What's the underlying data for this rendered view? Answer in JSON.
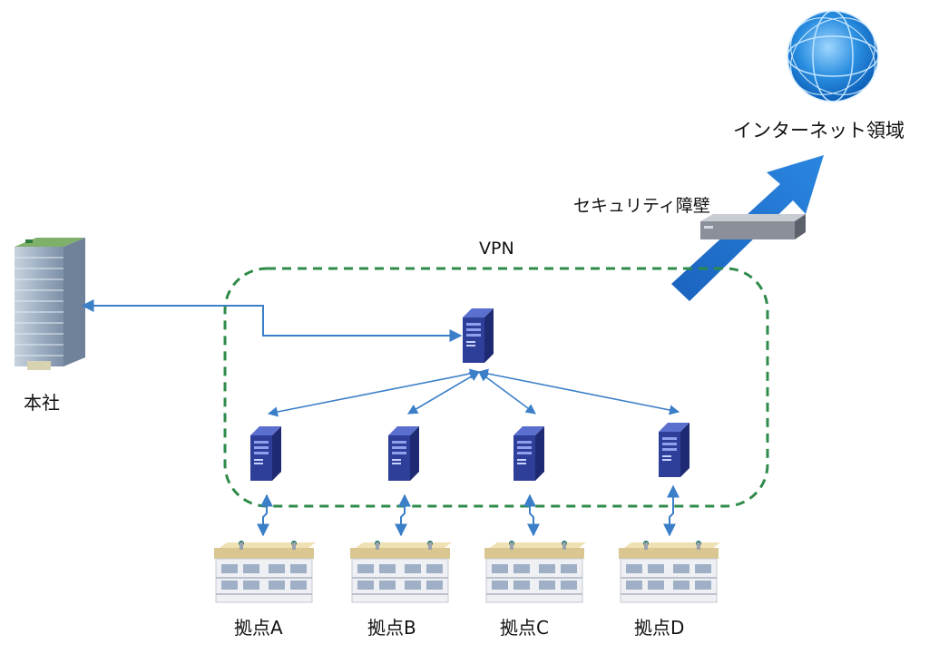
{
  "diagram": {
    "internet_label": "インターネット領域",
    "firewall_label": "セキュリティ障壁",
    "vpn_label": "VPN",
    "hq_label": "本社",
    "sites": [
      {
        "label": "拠点A"
      },
      {
        "label": "拠点B"
      },
      {
        "label": "拠点C"
      },
      {
        "label": "拠点D"
      }
    ],
    "icons": {
      "internet": "globe-icon",
      "firewall": "firewall-appliance-icon",
      "hq": "office-building-icon",
      "server": "server-icon",
      "site": "building-icon"
    },
    "colors": {
      "vpn_border": "#2e8b4a",
      "link": "#3a7fc8",
      "arrow": "#1f6fc9",
      "server": "#2e3f9a",
      "globe": "#2a8ee0"
    }
  }
}
